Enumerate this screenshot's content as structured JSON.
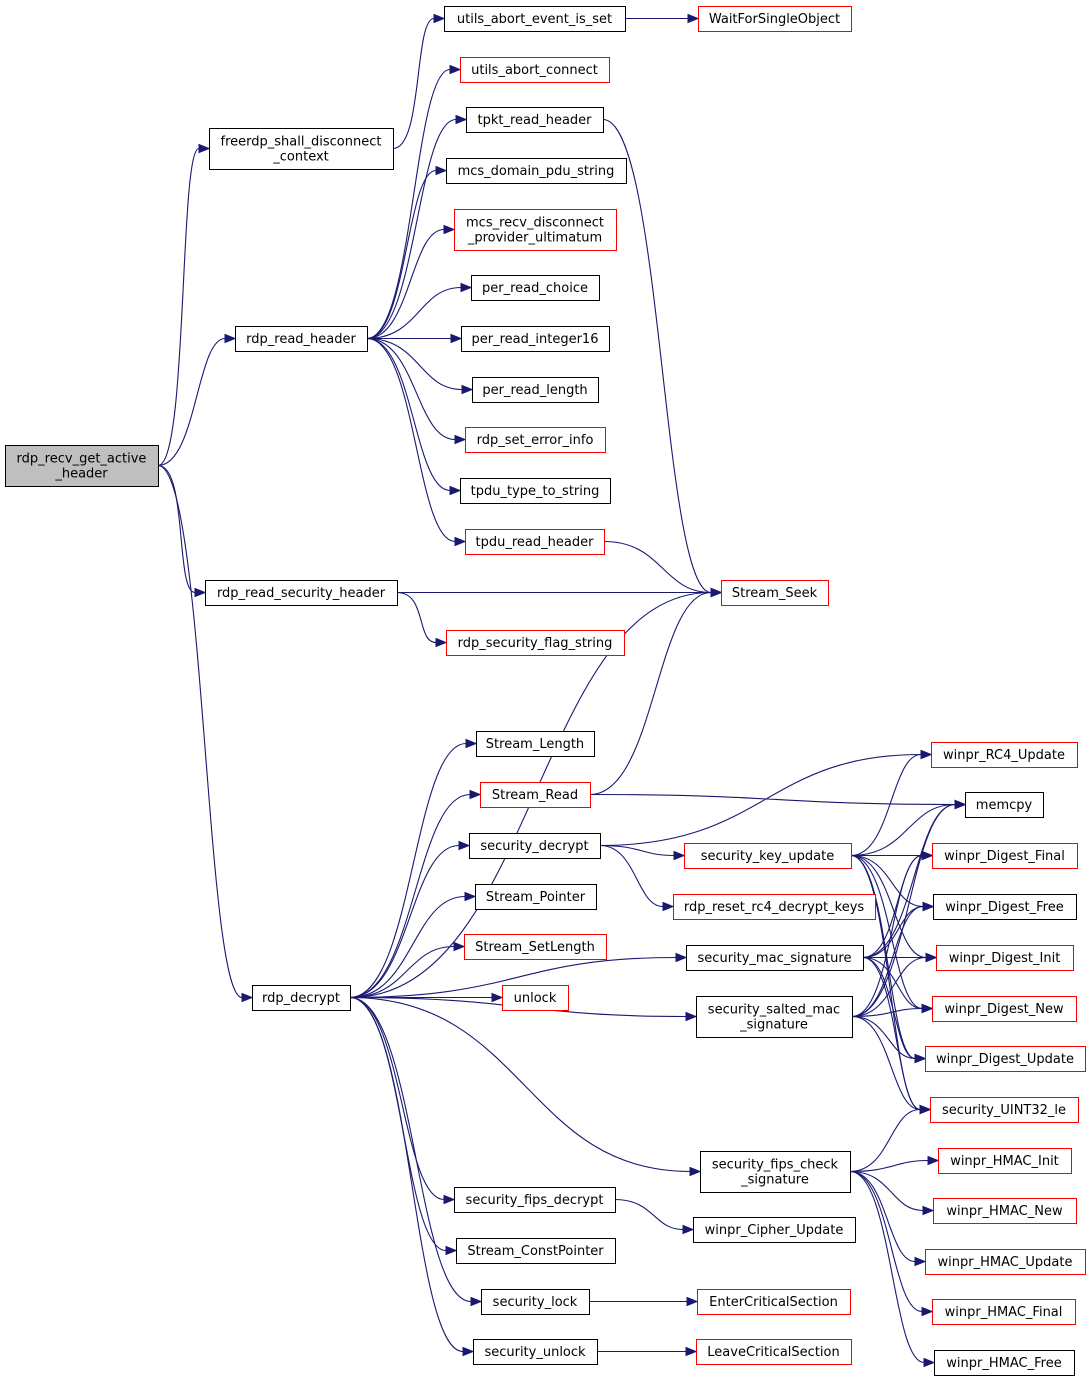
{
  "colors": {
    "edge": "#191970",
    "border_normal": "#000000",
    "border_truncated": "#ff0000",
    "fill_root": "#bfbfbf",
    "fill": "#ffffff"
  },
  "nodes": [
    {
      "id": "root",
      "lines": [
        "rdp_recv_get_active",
        "_header"
      ],
      "kind": "root"
    },
    {
      "id": "freerdp_shall",
      "lines": [
        "freerdp_shall_disconnect",
        "_context"
      ],
      "kind": "normal"
    },
    {
      "id": "utils_abort_event",
      "lines": [
        "utils_abort_event_is_set"
      ],
      "kind": "normal"
    },
    {
      "id": "wait_single",
      "lines": [
        "WaitForSingleObject"
      ],
      "kind": "truncated"
    },
    {
      "id": "utils_abort_connect",
      "lines": [
        "utils_abort_connect"
      ],
      "kind": "truncated"
    },
    {
      "id": "tpkt_read_header",
      "lines": [
        "tpkt_read_header"
      ],
      "kind": "normal"
    },
    {
      "id": "mcs_domain_pdu",
      "lines": [
        "mcs_domain_pdu_string"
      ],
      "kind": "normal"
    },
    {
      "id": "mcs_recv_disconnect",
      "lines": [
        "mcs_recv_disconnect",
        "_provider_ultimatum"
      ],
      "kind": "truncated"
    },
    {
      "id": "per_read_choice",
      "lines": [
        "per_read_choice"
      ],
      "kind": "normal"
    },
    {
      "id": "rdp_read_header",
      "lines": [
        "rdp_read_header"
      ],
      "kind": "normal"
    },
    {
      "id": "per_read_integer16",
      "lines": [
        "per_read_integer16"
      ],
      "kind": "normal"
    },
    {
      "id": "per_read_length",
      "lines": [
        "per_read_length"
      ],
      "kind": "normal"
    },
    {
      "id": "rdp_set_error_info",
      "lines": [
        "rdp_set_error_info"
      ],
      "kind": "truncated"
    },
    {
      "id": "tpdu_type_to_string",
      "lines": [
        "tpdu_type_to_string"
      ],
      "kind": "normal"
    },
    {
      "id": "tpdu_read_header",
      "lines": [
        "tpdu_read_header"
      ],
      "kind": "truncated"
    },
    {
      "id": "rdp_read_security_header",
      "lines": [
        "rdp_read_security_header"
      ],
      "kind": "normal"
    },
    {
      "id": "stream_seek",
      "lines": [
        "Stream_Seek"
      ],
      "kind": "truncated"
    },
    {
      "id": "rdp_security_flag",
      "lines": [
        "rdp_security_flag_string"
      ],
      "kind": "truncated"
    },
    {
      "id": "stream_length",
      "lines": [
        "Stream_Length"
      ],
      "kind": "normal"
    },
    {
      "id": "stream_read",
      "lines": [
        "Stream_Read"
      ],
      "kind": "truncated"
    },
    {
      "id": "winpr_rc4_update",
      "lines": [
        "winpr_RC4_Update"
      ],
      "kind": "truncated"
    },
    {
      "id": "memcpy",
      "lines": [
        "memcpy"
      ],
      "kind": "normal"
    },
    {
      "id": "security_decrypt",
      "lines": [
        "security_decrypt"
      ],
      "kind": "normal"
    },
    {
      "id": "security_key_update",
      "lines": [
        "security_key_update"
      ],
      "kind": "truncated"
    },
    {
      "id": "winpr_digest_final",
      "lines": [
        "winpr_Digest_Final"
      ],
      "kind": "truncated"
    },
    {
      "id": "rdp_reset_rc4",
      "lines": [
        "rdp_reset_rc4_decrypt_keys"
      ],
      "kind": "truncated"
    },
    {
      "id": "stream_pointer",
      "lines": [
        "Stream_Pointer"
      ],
      "kind": "normal"
    },
    {
      "id": "winpr_digest_free",
      "lines": [
        "winpr_Digest_Free"
      ],
      "kind": "normal"
    },
    {
      "id": "stream_setlength",
      "lines": [
        "Stream_SetLength"
      ],
      "kind": "truncated"
    },
    {
      "id": "security_mac_signature",
      "lines": [
        "security_mac_signature"
      ],
      "kind": "normal"
    },
    {
      "id": "winpr_digest_init",
      "lines": [
        "winpr_Digest_Init"
      ],
      "kind": "truncated"
    },
    {
      "id": "rdp_decrypt",
      "lines": [
        "rdp_decrypt"
      ],
      "kind": "normal"
    },
    {
      "id": "unlock",
      "lines": [
        "unlock"
      ],
      "kind": "truncated"
    },
    {
      "id": "security_salted_mac",
      "lines": [
        "security_salted_mac",
        "_signature"
      ],
      "kind": "normal"
    },
    {
      "id": "winpr_digest_new",
      "lines": [
        "winpr_Digest_New"
      ],
      "kind": "truncated"
    },
    {
      "id": "winpr_digest_update",
      "lines": [
        "winpr_Digest_Update"
      ],
      "kind": "truncated"
    },
    {
      "id": "security_uint32_le",
      "lines": [
        "security_UINT32_le"
      ],
      "kind": "truncated"
    },
    {
      "id": "security_fips_check",
      "lines": [
        "security_fips_check",
        "_signature"
      ],
      "kind": "normal"
    },
    {
      "id": "winpr_hmac_init",
      "lines": [
        "winpr_HMAC_Init"
      ],
      "kind": "truncated"
    },
    {
      "id": "security_fips_decrypt",
      "lines": [
        "security_fips_decrypt"
      ],
      "kind": "normal"
    },
    {
      "id": "winpr_hmac_new",
      "lines": [
        "winpr_HMAC_New"
      ],
      "kind": "truncated"
    },
    {
      "id": "winpr_cipher_update",
      "lines": [
        "winpr_Cipher_Update"
      ],
      "kind": "normal"
    },
    {
      "id": "stream_constpointer",
      "lines": [
        "Stream_ConstPointer"
      ],
      "kind": "normal"
    },
    {
      "id": "winpr_hmac_update",
      "lines": [
        "winpr_HMAC_Update"
      ],
      "kind": "truncated"
    },
    {
      "id": "security_lock",
      "lines": [
        "security_lock"
      ],
      "kind": "normal"
    },
    {
      "id": "enter_cs",
      "lines": [
        "EnterCriticalSection"
      ],
      "kind": "truncated"
    },
    {
      "id": "winpr_hmac_final",
      "lines": [
        "winpr_HMAC_Final"
      ],
      "kind": "truncated"
    },
    {
      "id": "security_unlock",
      "lines": [
        "security_unlock"
      ],
      "kind": "normal"
    },
    {
      "id": "leave_cs",
      "lines": [
        "LeaveCriticalSection"
      ],
      "kind": "truncated"
    },
    {
      "id": "winpr_hmac_free",
      "lines": [
        "winpr_HMAC_Free"
      ],
      "kind": "normal"
    }
  ],
  "edges": [
    {
      "from": "root",
      "to": "freerdp_shall"
    },
    {
      "from": "root",
      "to": "rdp_read_header"
    },
    {
      "from": "root",
      "to": "rdp_read_security_header"
    },
    {
      "from": "root",
      "to": "rdp_decrypt"
    },
    {
      "from": "freerdp_shall",
      "to": "utils_abort_event"
    },
    {
      "from": "utils_abort_event",
      "to": "wait_single"
    },
    {
      "from": "rdp_read_header",
      "to": "utils_abort_connect"
    },
    {
      "from": "rdp_read_header",
      "to": "tpkt_read_header"
    },
    {
      "from": "rdp_read_header",
      "to": "mcs_domain_pdu"
    },
    {
      "from": "rdp_read_header",
      "to": "mcs_recv_disconnect"
    },
    {
      "from": "rdp_read_header",
      "to": "per_read_choice"
    },
    {
      "from": "rdp_read_header",
      "to": "per_read_integer16"
    },
    {
      "from": "rdp_read_header",
      "to": "per_read_length"
    },
    {
      "from": "rdp_read_header",
      "to": "rdp_set_error_info"
    },
    {
      "from": "rdp_read_header",
      "to": "tpdu_type_to_string"
    },
    {
      "from": "rdp_read_header",
      "to": "tpdu_read_header"
    },
    {
      "from": "tpkt_read_header",
      "to": "stream_seek"
    },
    {
      "from": "tpdu_read_header",
      "to": "stream_seek"
    },
    {
      "from": "rdp_read_security_header",
      "to": "stream_seek"
    },
    {
      "from": "rdp_read_security_header",
      "to": "rdp_security_flag"
    },
    {
      "from": "rdp_decrypt",
      "to": "stream_seek"
    },
    {
      "from": "rdp_decrypt",
      "to": "stream_length"
    },
    {
      "from": "rdp_decrypt",
      "to": "stream_read"
    },
    {
      "from": "rdp_decrypt",
      "to": "security_decrypt"
    },
    {
      "from": "rdp_decrypt",
      "to": "stream_pointer"
    },
    {
      "from": "rdp_decrypt",
      "to": "stream_setlength"
    },
    {
      "from": "rdp_decrypt",
      "to": "unlock"
    },
    {
      "from": "rdp_decrypt",
      "to": "security_mac_signature"
    },
    {
      "from": "rdp_decrypt",
      "to": "security_salted_mac"
    },
    {
      "from": "rdp_decrypt",
      "to": "security_fips_check"
    },
    {
      "from": "rdp_decrypt",
      "to": "security_fips_decrypt"
    },
    {
      "from": "rdp_decrypt",
      "to": "stream_constpointer"
    },
    {
      "from": "rdp_decrypt",
      "to": "security_lock"
    },
    {
      "from": "rdp_decrypt",
      "to": "security_unlock"
    },
    {
      "from": "stream_read",
      "to": "stream_seek"
    },
    {
      "from": "stream_read",
      "to": "memcpy"
    },
    {
      "from": "security_decrypt",
      "to": "winpr_rc4_update"
    },
    {
      "from": "security_decrypt",
      "to": "security_key_update"
    },
    {
      "from": "security_decrypt",
      "to": "rdp_reset_rc4"
    },
    {
      "from": "security_key_update",
      "to": "winpr_rc4_update"
    },
    {
      "from": "security_key_update",
      "to": "memcpy"
    },
    {
      "from": "security_key_update",
      "to": "winpr_digest_final"
    },
    {
      "from": "security_key_update",
      "to": "winpr_digest_free"
    },
    {
      "from": "security_key_update",
      "to": "winpr_digest_init"
    },
    {
      "from": "security_key_update",
      "to": "winpr_digest_new"
    },
    {
      "from": "security_key_update",
      "to": "winpr_digest_update"
    },
    {
      "from": "security_key_update",
      "to": "security_uint32_le"
    },
    {
      "from": "security_mac_signature",
      "to": "memcpy"
    },
    {
      "from": "security_mac_signature",
      "to": "winpr_digest_final"
    },
    {
      "from": "security_mac_signature",
      "to": "winpr_digest_free"
    },
    {
      "from": "security_mac_signature",
      "to": "winpr_digest_init"
    },
    {
      "from": "security_mac_signature",
      "to": "winpr_digest_new"
    },
    {
      "from": "security_mac_signature",
      "to": "winpr_digest_update"
    },
    {
      "from": "security_mac_signature",
      "to": "security_uint32_le"
    },
    {
      "from": "security_salted_mac",
      "to": "memcpy"
    },
    {
      "from": "security_salted_mac",
      "to": "winpr_digest_final"
    },
    {
      "from": "security_salted_mac",
      "to": "winpr_digest_free"
    },
    {
      "from": "security_salted_mac",
      "to": "winpr_digest_init"
    },
    {
      "from": "security_salted_mac",
      "to": "winpr_digest_new"
    },
    {
      "from": "security_salted_mac",
      "to": "winpr_digest_update"
    },
    {
      "from": "security_salted_mac",
      "to": "security_uint32_le"
    },
    {
      "from": "security_fips_check",
      "to": "security_uint32_le"
    },
    {
      "from": "security_fips_check",
      "to": "winpr_hmac_init"
    },
    {
      "from": "security_fips_check",
      "to": "winpr_hmac_new"
    },
    {
      "from": "security_fips_check",
      "to": "winpr_hmac_update"
    },
    {
      "from": "security_fips_check",
      "to": "winpr_hmac_final"
    },
    {
      "from": "security_fips_check",
      "to": "winpr_hmac_free"
    },
    {
      "from": "security_fips_decrypt",
      "to": "winpr_cipher_update"
    },
    {
      "from": "security_lock",
      "to": "enter_cs"
    },
    {
      "from": "security_unlock",
      "to": "leave_cs"
    }
  ]
}
